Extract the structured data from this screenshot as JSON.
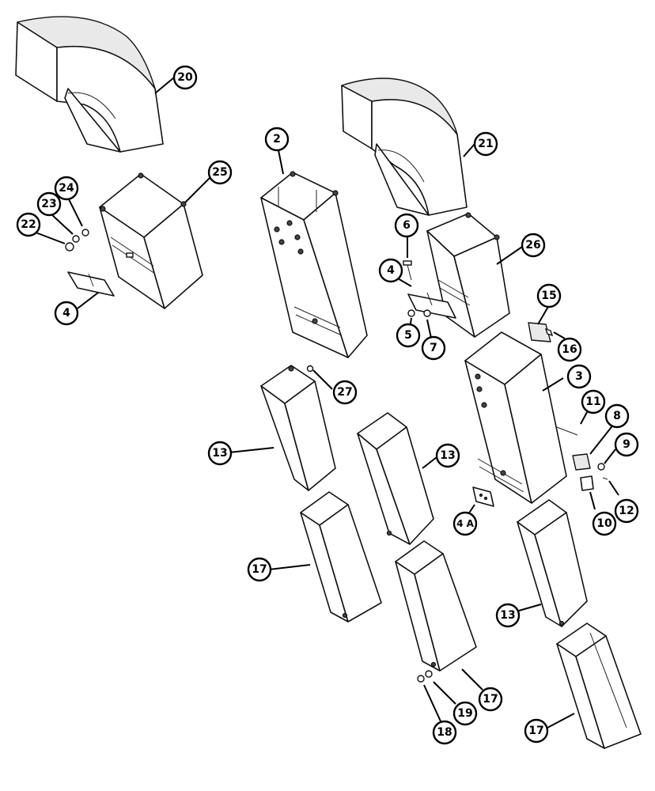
{
  "callouts": [
    {
      "id": "c20",
      "label": "20"
    },
    {
      "id": "c21",
      "label": "21"
    },
    {
      "id": "c2",
      "label": "2"
    },
    {
      "id": "c25",
      "label": "25"
    },
    {
      "id": "c24",
      "label": "24"
    },
    {
      "id": "c23",
      "label": "23"
    },
    {
      "id": "c22",
      "label": "22"
    },
    {
      "id": "c4a",
      "label": "4"
    },
    {
      "id": "c6",
      "label": "6"
    },
    {
      "id": "c26",
      "label": "26"
    },
    {
      "id": "c4b",
      "label": "4"
    },
    {
      "id": "c5",
      "label": "5"
    },
    {
      "id": "c7",
      "label": "7"
    },
    {
      "id": "c15",
      "label": "15"
    },
    {
      "id": "c16",
      "label": "16"
    },
    {
      "id": "c3",
      "label": "3"
    },
    {
      "id": "c27",
      "label": "27"
    },
    {
      "id": "c11",
      "label": "11"
    },
    {
      "id": "c8",
      "label": "8"
    },
    {
      "id": "c9",
      "label": "9"
    },
    {
      "id": "c13a",
      "label": "13"
    },
    {
      "id": "c13b",
      "label": "13"
    },
    {
      "id": "c12",
      "label": "12"
    },
    {
      "id": "c10",
      "label": "10"
    },
    {
      "id": "c4A",
      "label": "4 A"
    },
    {
      "id": "c17a",
      "label": "17"
    },
    {
      "id": "c13c",
      "label": "13"
    },
    {
      "id": "c17b",
      "label": "17"
    },
    {
      "id": "c19",
      "label": "19"
    },
    {
      "id": "c18",
      "label": "18"
    },
    {
      "id": "c17c",
      "label": "17"
    }
  ]
}
